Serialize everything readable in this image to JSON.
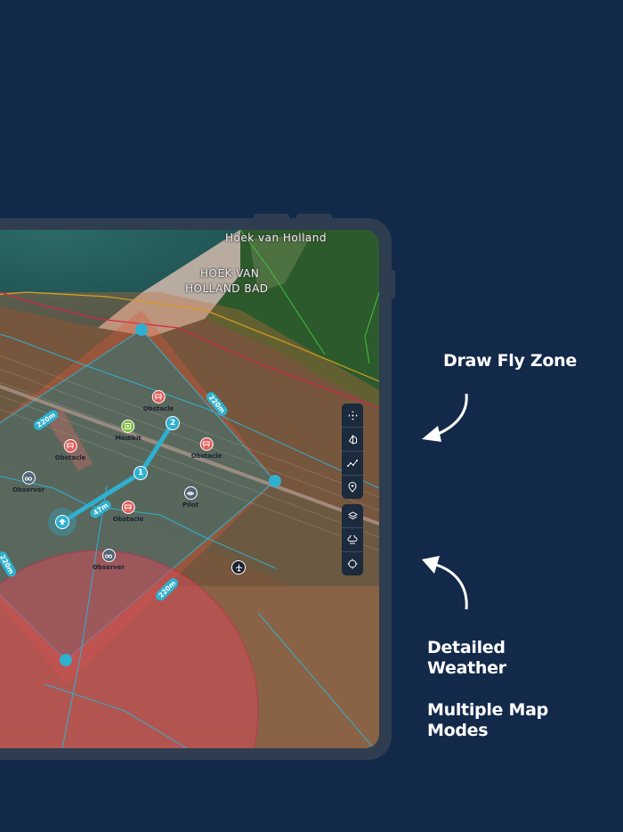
{
  "map": {
    "place_labels": [
      {
        "id": "hoek-van-holland",
        "text": "Hoek van Holland"
      },
      {
        "id": "hoek-van-holland-bad-line1",
        "text": "HOEK VAN"
      },
      {
        "id": "hoek-van-holland-bad-line2",
        "text": "HOLLAND BAD"
      }
    ],
    "waypoints": [
      {
        "id": "wp1",
        "label": "1"
      },
      {
        "id": "wp2",
        "label": "2"
      }
    ],
    "markers": [
      {
        "type": "obstacle",
        "label": "Obstacle",
        "color": "#e0605d",
        "icon": "barrier-icon"
      },
      {
        "type": "medikit",
        "label": "Medikit",
        "color": "#7cbf3c",
        "icon": "medikit-icon"
      },
      {
        "type": "obstacle",
        "label": "Obstacle",
        "color": "#e0605d",
        "icon": "barrier-icon"
      },
      {
        "type": "obstacle",
        "label": "Obstacle",
        "color": "#e0605d",
        "icon": "barrier-icon"
      },
      {
        "type": "observer",
        "label": "Observer",
        "color": "#516779",
        "icon": "binoculars-icon"
      },
      {
        "type": "pilot",
        "label": "Pilot",
        "color": "#516779",
        "icon": "pilot-icon"
      },
      {
        "type": "obstacle",
        "label": "Obstacle",
        "color": "#e0605d",
        "icon": "barrier-icon"
      },
      {
        "type": "observer",
        "label": "Observer",
        "color": "#516779",
        "icon": "binoculars-icon"
      }
    ],
    "distance_labels": [
      "220m",
      "220m",
      "47m",
      "220m",
      "220m"
    ],
    "home_icon": "takeoff-icon",
    "airport_icon": "airplane-icon"
  },
  "toolbar": {
    "draw_tools": [
      {
        "icon": "move-icon",
        "label": "Move"
      },
      {
        "icon": "zone-shape-icon",
        "label": "Draw zone"
      },
      {
        "icon": "path-icon",
        "label": "Draw path"
      },
      {
        "icon": "add-point-icon",
        "label": "Add point"
      }
    ],
    "map_tools": [
      {
        "icon": "layers-icon",
        "label": "Map layers"
      },
      {
        "icon": "weather-icon",
        "label": "Weather"
      },
      {
        "icon": "locate-icon",
        "label": "Locate"
      }
    ]
  },
  "callouts": {
    "draw_fly_zone": "Draw Fly Zone",
    "detailed_weather_1": "Detailed",
    "detailed_weather_2": "Weather",
    "map_modes_1": "Multiple Map",
    "map_modes_2": "Modes"
  },
  "colors": {
    "background": "#13294a",
    "device_frame": "#2e3d50",
    "route": "#2fb0cf",
    "no_fly_zone": "#d44b5a",
    "obstacle": "#e0605d",
    "medikit": "#7cbf3c"
  }
}
